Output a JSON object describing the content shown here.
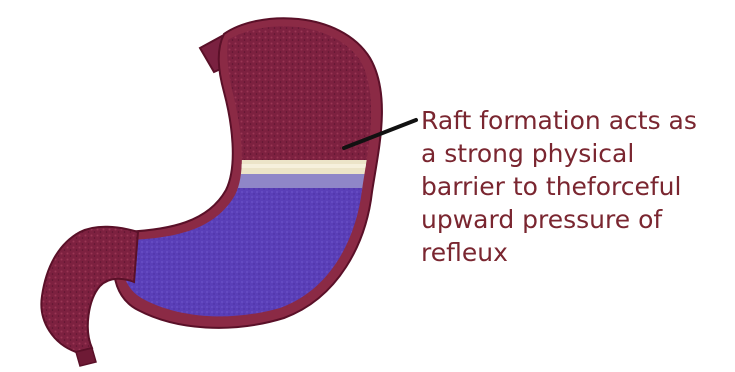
{
  "annotation": {
    "lines": [
      "Raft formation acts as",
      "a strong physical",
      "barrier to theforceful",
      "upward pressure of",
      "refleux"
    ]
  },
  "colors": {
    "stomach_wall": "#8b2a45",
    "stomach_inner": "#6e1a35",
    "raft": "#ece4c8",
    "liquid": "#5a3fb8",
    "caption": "#7a2630"
  }
}
